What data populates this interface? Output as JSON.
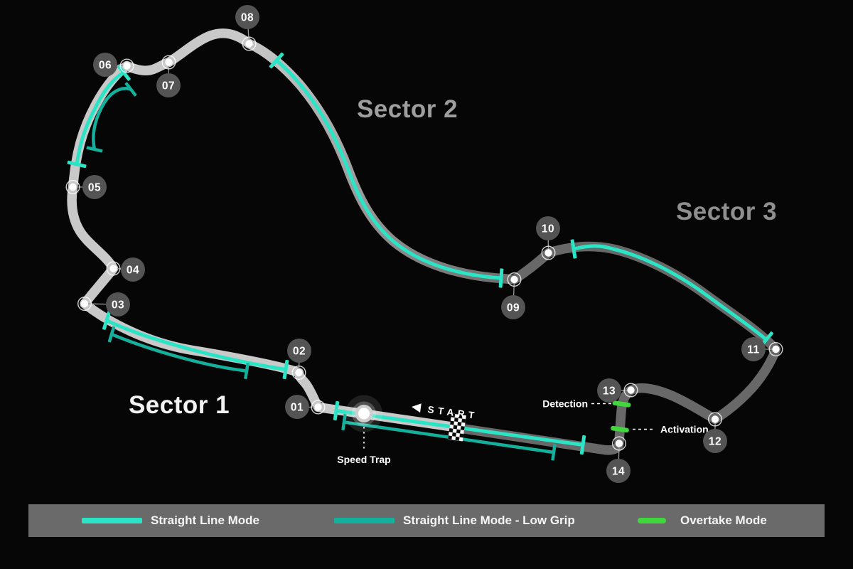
{
  "sectors": [
    {
      "label": "Sector 1"
    },
    {
      "label": "Sector 2"
    },
    {
      "label": "Sector 3"
    }
  ],
  "turns": [
    {
      "label": "01"
    },
    {
      "label": "02"
    },
    {
      "label": "03"
    },
    {
      "label": "04"
    },
    {
      "label": "05"
    },
    {
      "label": "06"
    },
    {
      "label": "07"
    },
    {
      "label": "08"
    },
    {
      "label": "09"
    },
    {
      "label": "10"
    },
    {
      "label": "11"
    },
    {
      "label": "12"
    },
    {
      "label": "13"
    },
    {
      "label": "14"
    }
  ],
  "start": {
    "label": "START"
  },
  "speed_trap": {
    "label": "Speed Trap"
  },
  "drs": {
    "detection_label": "Detection",
    "activation_label": "Activation"
  },
  "legend": {
    "items": [
      {
        "label": "Straight Line Mode",
        "color": "#2be4c6"
      },
      {
        "label": "Straight Line Mode - Low Grip",
        "color": "#14b09c"
      },
      {
        "label": "Overtake Mode",
        "color": "#3fd73c"
      }
    ]
  },
  "colors": {
    "background": "#060606",
    "track_light": "#c9c9c9",
    "track_dark": "#686868",
    "legend_background": "#6a6a6a",
    "straight_line_mode": "#2be4c6",
    "straight_line_mode_low_grip": "#14b09c",
    "overtake_mode": "#3fd73c"
  }
}
